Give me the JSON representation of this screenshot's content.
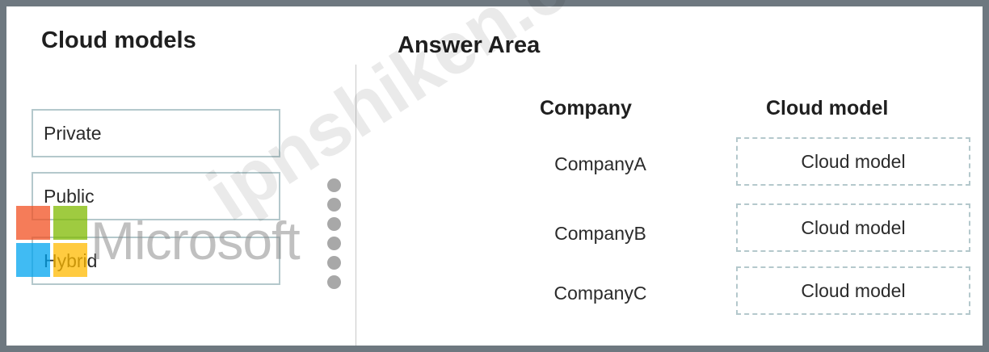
{
  "left_panel": {
    "title": "Cloud models",
    "items": [
      {
        "label": "Private"
      },
      {
        "label": "Public"
      },
      {
        "label": "Hybrid"
      }
    ]
  },
  "answer_area": {
    "title": "Answer Area",
    "col_company": "Company",
    "col_cloud_model": "Cloud model",
    "rows": [
      {
        "company": "CompanyA",
        "target": "Cloud model"
      },
      {
        "company": "CompanyB",
        "target": "Cloud model"
      },
      {
        "company": "CompanyC",
        "target": "Cloud model"
      }
    ]
  },
  "watermark": {
    "logo_text": "Microsoft",
    "diagonal_text": "ipnshiken.com",
    "logo_colors": [
      "#f25022",
      "#7fba00",
      "#00a4ef",
      "#ffb900"
    ]
  },
  "grip_icon": "drag-handle-dots-icon"
}
